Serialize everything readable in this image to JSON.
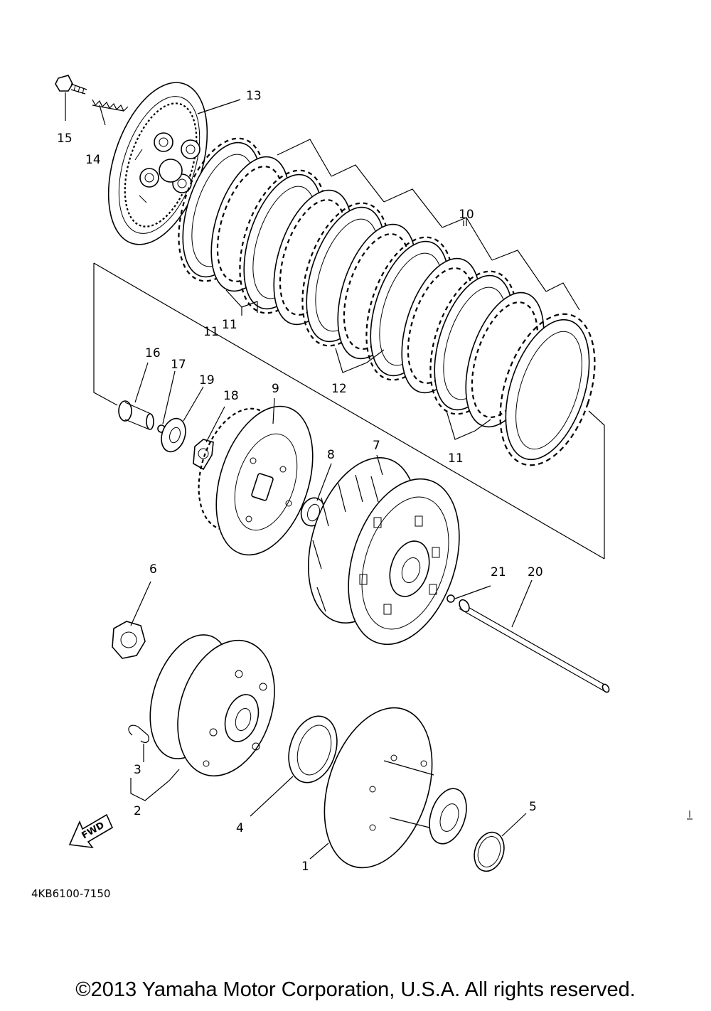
{
  "diagram": {
    "code": "4KB6100-7150",
    "fwd_label": "FWD",
    "callouts": {
      "c1": "1",
      "c2": "2",
      "c3": "3",
      "c4": "4",
      "c5": "5",
      "c6": "6",
      "c7": "7",
      "c8": "8",
      "c9": "9",
      "c10": "10",
      "c11a": "11",
      "c11b": "11",
      "c11c": "11",
      "c12": "12",
      "c13": "13",
      "c14": "14",
      "c15": "15",
      "c16": "16",
      "c17": "17",
      "c18": "18",
      "c19": "19",
      "c20": "20",
      "c21": "21"
    }
  },
  "footer": {
    "copyright": "©2013 Yamaha Motor Corporation, U.S.A. All rights reserved."
  }
}
